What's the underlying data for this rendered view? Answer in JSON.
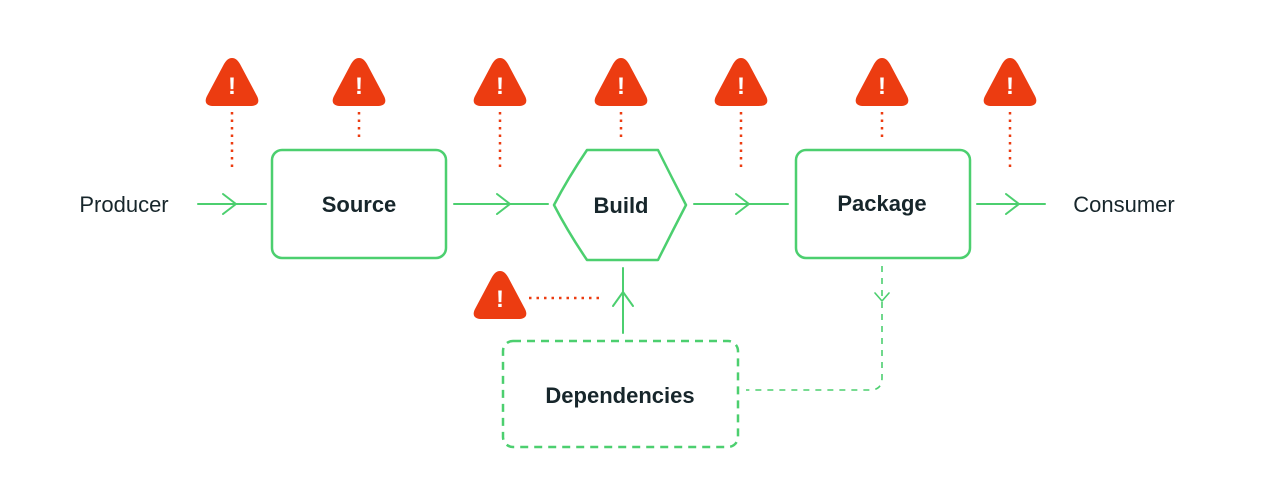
{
  "diagram": {
    "producer": "Producer",
    "consumer": "Consumer",
    "nodes": {
      "source": "Source",
      "build": "Build",
      "package": "Package",
      "dependencies": "Dependencies"
    },
    "warning_glyph": "!",
    "warning_icon": "warning-triangle-icon"
  },
  "colors": {
    "flow": "#4ccf6f",
    "warning": "#ec3c11",
    "text": "#17262b",
    "background": "#ffffff"
  }
}
